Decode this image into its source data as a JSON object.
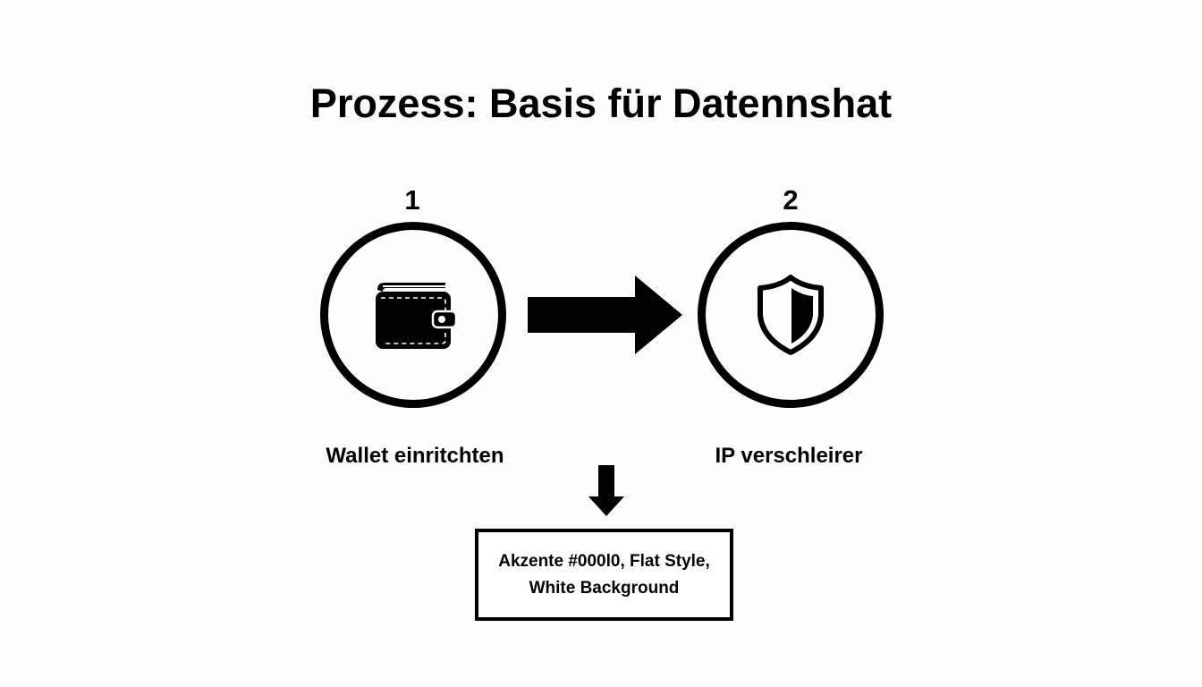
{
  "title": "Prozess: Basis für Datennshat",
  "steps": [
    {
      "number": "1",
      "icon": "wallet-icon",
      "label": "Wallet einritchten"
    },
    {
      "number": "2",
      "icon": "shield-icon",
      "label": "IP verschleirer"
    }
  ],
  "connectors": {
    "step_arrow": "arrow-right-icon",
    "down_arrow": "arrow-down-icon"
  },
  "note": {
    "line1": "Akzente #000l0, Flat Style,",
    "line2": "White Background"
  },
  "colors": {
    "accent": "#000000",
    "background": "#ffffff"
  }
}
